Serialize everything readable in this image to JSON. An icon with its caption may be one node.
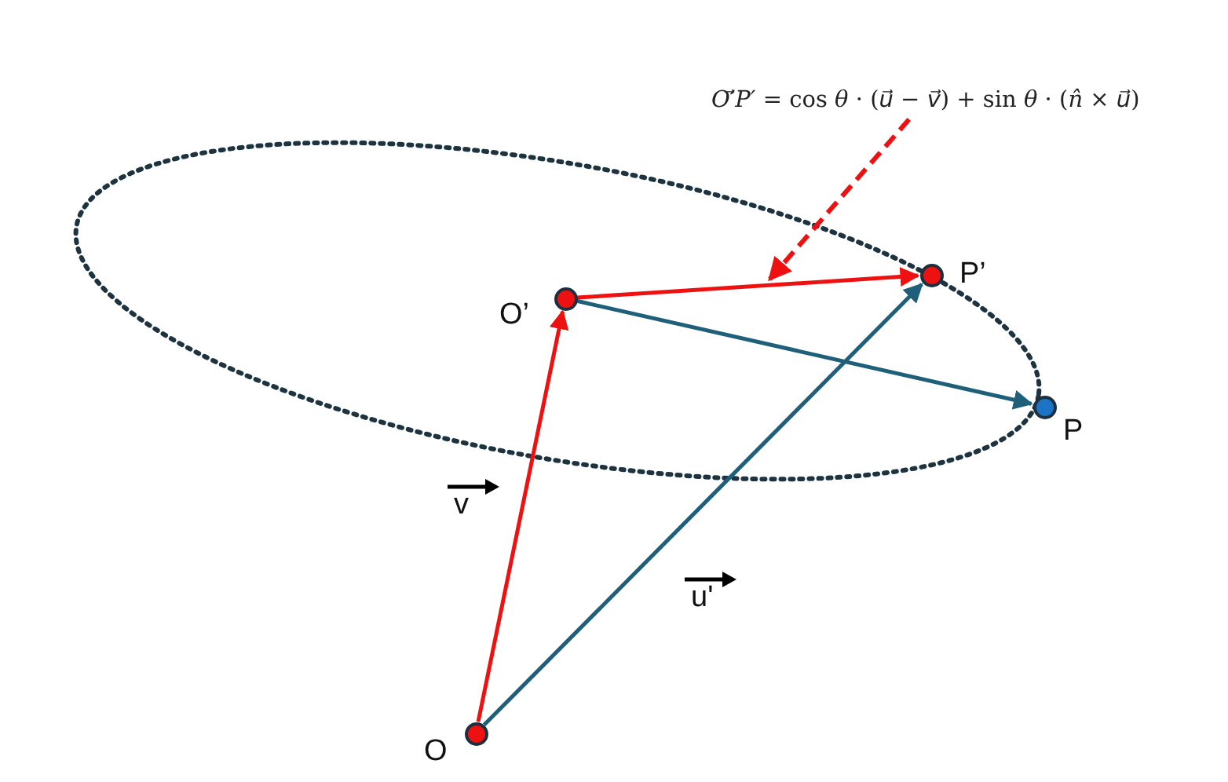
{
  "diagram": {
    "nodes": [
      {
        "text": [
          "*O′⃗P′* = cos *θ* · (*u⃗* − *v⃗*) + sin *θ* · (*n̂* × *u⃗*)"
        ]
      },
      {
        "text": [],
        "shape": "circle",
        "beside": [
          "O’"
        ]
      },
      {
        "text": [],
        "shape": "circle",
        "beside": [
          "P’"
        ]
      },
      {
        "text": [],
        "shape": "circle",
        "beside": [
          "P"
        ]
      },
      {
        "text": [],
        "shape": "circle",
        "beside": [
          "O"
        ]
      }
    ],
    "edges": [
      {
        "from": 4,
        "to": 1,
        "arrow": "to"
      },
      {
        "from": 4,
        "to": 2,
        "arrow": "to",
        "color": "#1f5f7a"
      },
      {
        "from": 1,
        "to": 2,
        "arrow": "to"
      },
      {
        "from": 1,
        "to": 3,
        "arrow": "to",
        "color": "#1f5f7a"
      },
      {
        "from": 0,
        "to": null,
        "arrow": "to",
        "style": "dashed"
      }
    ],
    "labels": [
      "v",
      "u'"
    ]
  }
}
